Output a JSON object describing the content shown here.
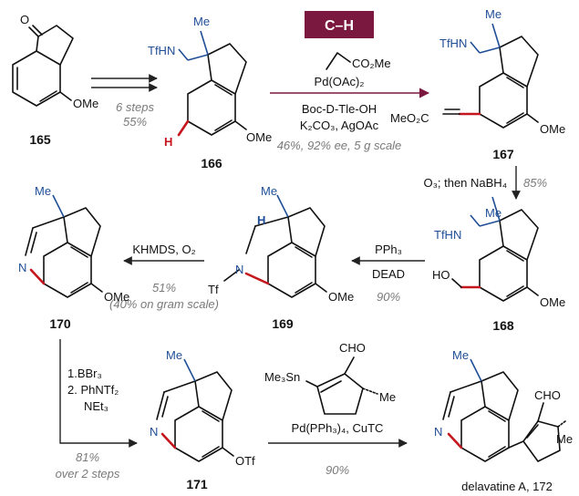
{
  "badge": {
    "text": "C–H",
    "color": "#7a1840"
  },
  "colors": {
    "accent_blue": "#1f4e96",
    "accent_red": "#c4161c",
    "step_gray": "#7a7a7a"
  },
  "compounds": {
    "c165": {
      "number": "165",
      "ome": "OMe",
      "oxo": "O"
    },
    "c166": {
      "number": "166",
      "me": "Me",
      "nh": "TfHN",
      "h": "H",
      "ome": "OMe"
    },
    "c167": {
      "number": "167",
      "me": "Me",
      "nh": "TfHN",
      "ester": "MeO₂C",
      "ome": "OMe"
    },
    "c168": {
      "number": "168",
      "me": "Me",
      "nh": "TfHN",
      "oh": "HO",
      "ome": "OMe"
    },
    "c169": {
      "number": "169",
      "me": "Me",
      "h": "H",
      "n": "N",
      "tf": "Tf",
      "ome": "OMe"
    },
    "c170": {
      "number": "170",
      "me": "Me",
      "n": "N",
      "ome": "OMe"
    },
    "c171": {
      "number": "171",
      "me": "Me",
      "n": "N",
      "otf": "OTf"
    },
    "c172": {
      "number": "delavatine A, 172",
      "me": "Me",
      "n": "N",
      "cho": "CHO",
      "me2": "Me"
    }
  },
  "steps": {
    "s1": {
      "yield1": "6 steps",
      "yield2": "55%"
    },
    "s2": {
      "reagent_top": "CO₂Me",
      "cat": "Pd(OAc)₂",
      "ligand": "Boc-D-Tle-OH",
      "base": "K₂CO₃, AgOAc",
      "result": "46%, 92% ee, 5 g scale"
    },
    "s3": {
      "reagent": "O₃; then NaBH₄",
      "yield": "85%"
    },
    "s4": {
      "reagent1": "PPh₃",
      "reagent2": "DEAD",
      "yield": "90%"
    },
    "s5": {
      "reagent": "KHMDS, O₂",
      "yield1": "51%",
      "yield2": "(40% on gram scale)"
    },
    "s6": {
      "r1": "1.BBr₃",
      "r2": "2. PhNTf₂",
      "r3": "NEt₃",
      "yield1": "81%",
      "yield2": "over 2 steps"
    },
    "s7": {
      "stannane": "Me₃Sn",
      "cho": "CHO",
      "me": "Me",
      "cat": "Pd(PPh₃)₄, CuTC",
      "yield": "90%"
    }
  }
}
